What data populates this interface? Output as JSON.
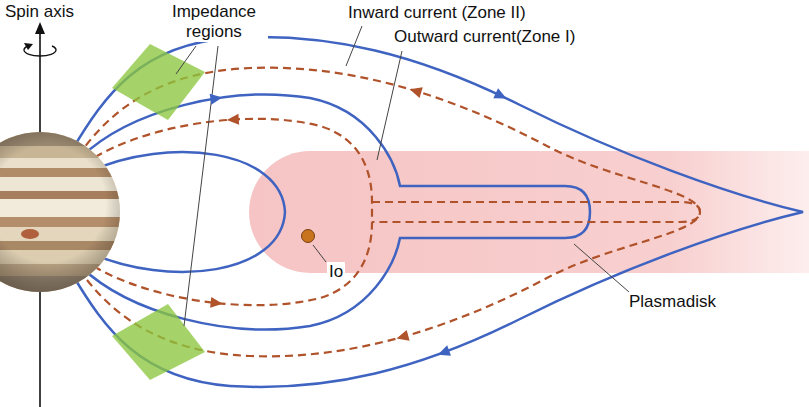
{
  "diagram": {
    "labels": [
      "Spin axis",
      "Impedance regions",
      "Inward current (Zone II)",
      "Outward current(Zone I)",
      "Io",
      "Plasmadisk"
    ]
  }
}
